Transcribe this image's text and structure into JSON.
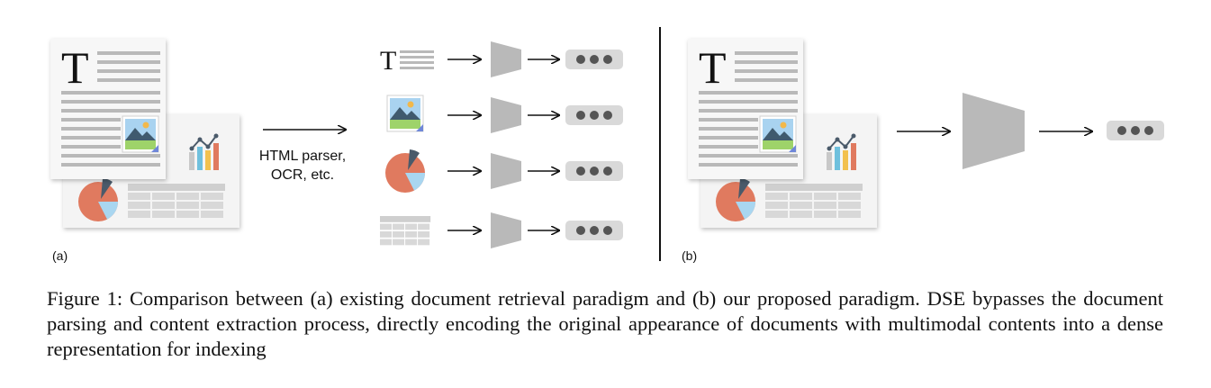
{
  "panel_a": {
    "label": "(a)",
    "parser_label_line1": "HTML parser,",
    "parser_label_line2": "OCR, etc."
  },
  "panel_b": {
    "label": "(b)"
  },
  "document_icon_letter": "T",
  "caption": "Figure 1: Comparison between (a) existing document retrieval paradigm and (b) our proposed paradigm. DSE bypasses the document parsing and content extraction process, directly encoding the original appearance of documents with multimodal contents into a dense representation for indexing",
  "colors": {
    "page": "#f4f4f4",
    "page_shadow": "#cfcfcf",
    "text_lines": "#b5b5b5",
    "encoder": "#b9b9b9",
    "embedding_bg": "#d9d9d9",
    "embedding_dots": "#555555",
    "pie_main": "#e07a5f",
    "pie_dark": "#4a5a6a",
    "pie_light": "#a9d6f0",
    "image_sky": "#a9d3f0",
    "image_mountain": "#3f5a6e",
    "image_grass": "#9ed36a",
    "image_sun": "#f2b84b",
    "bar_colors": [
      "#c8c8c8",
      "#6fc0dd",
      "#f2c14e",
      "#e07a5f"
    ]
  }
}
